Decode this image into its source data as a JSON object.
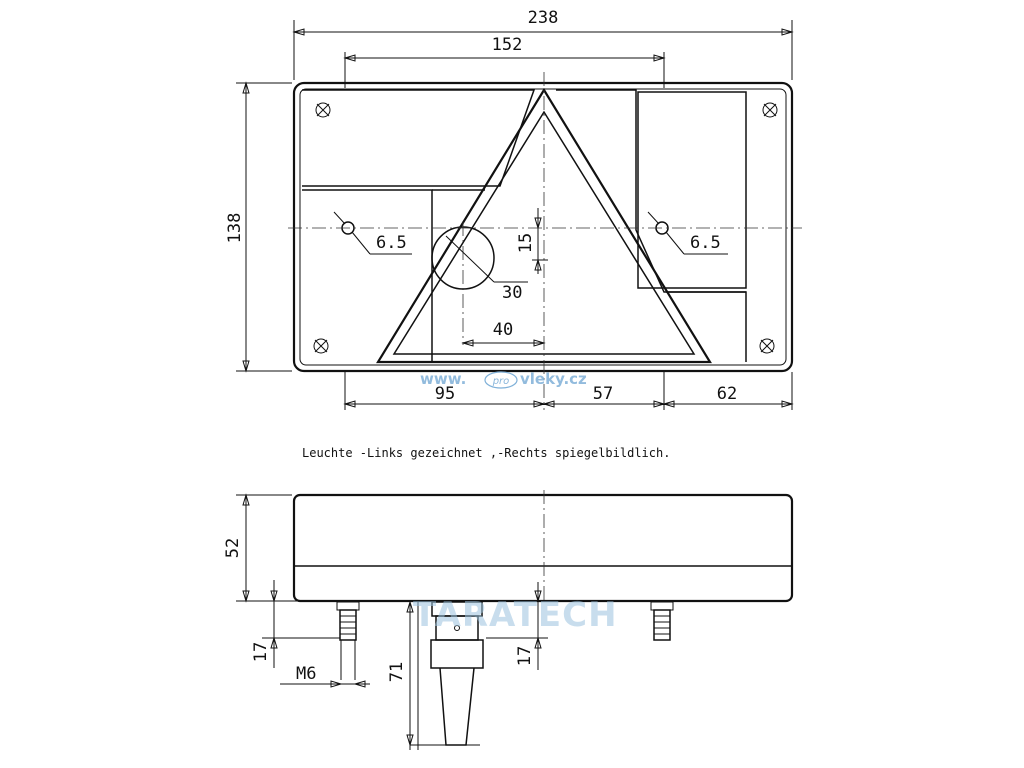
{
  "dimensions": {
    "width_total": "238",
    "width_152": "152",
    "height_138": "138",
    "hole_left": "6.5",
    "hole_right": "6.5",
    "dim_15": "15",
    "dim_30": "30",
    "dim_40": "40",
    "dim_95": "95",
    "dim_57": "57",
    "dim_62": "62",
    "side_52": "52",
    "side_17_left": "17",
    "side_17_right": "17",
    "side_71": "71",
    "thread_m6": "M6"
  },
  "caption": "Leuchte -Links gezeichnet ,-Rechts spiegelbildlich.",
  "watermarks": {
    "site_prefix": "www.",
    "site_pro": "pro",
    "site_name": "vleky.cz",
    "brand": "TARATECH"
  }
}
